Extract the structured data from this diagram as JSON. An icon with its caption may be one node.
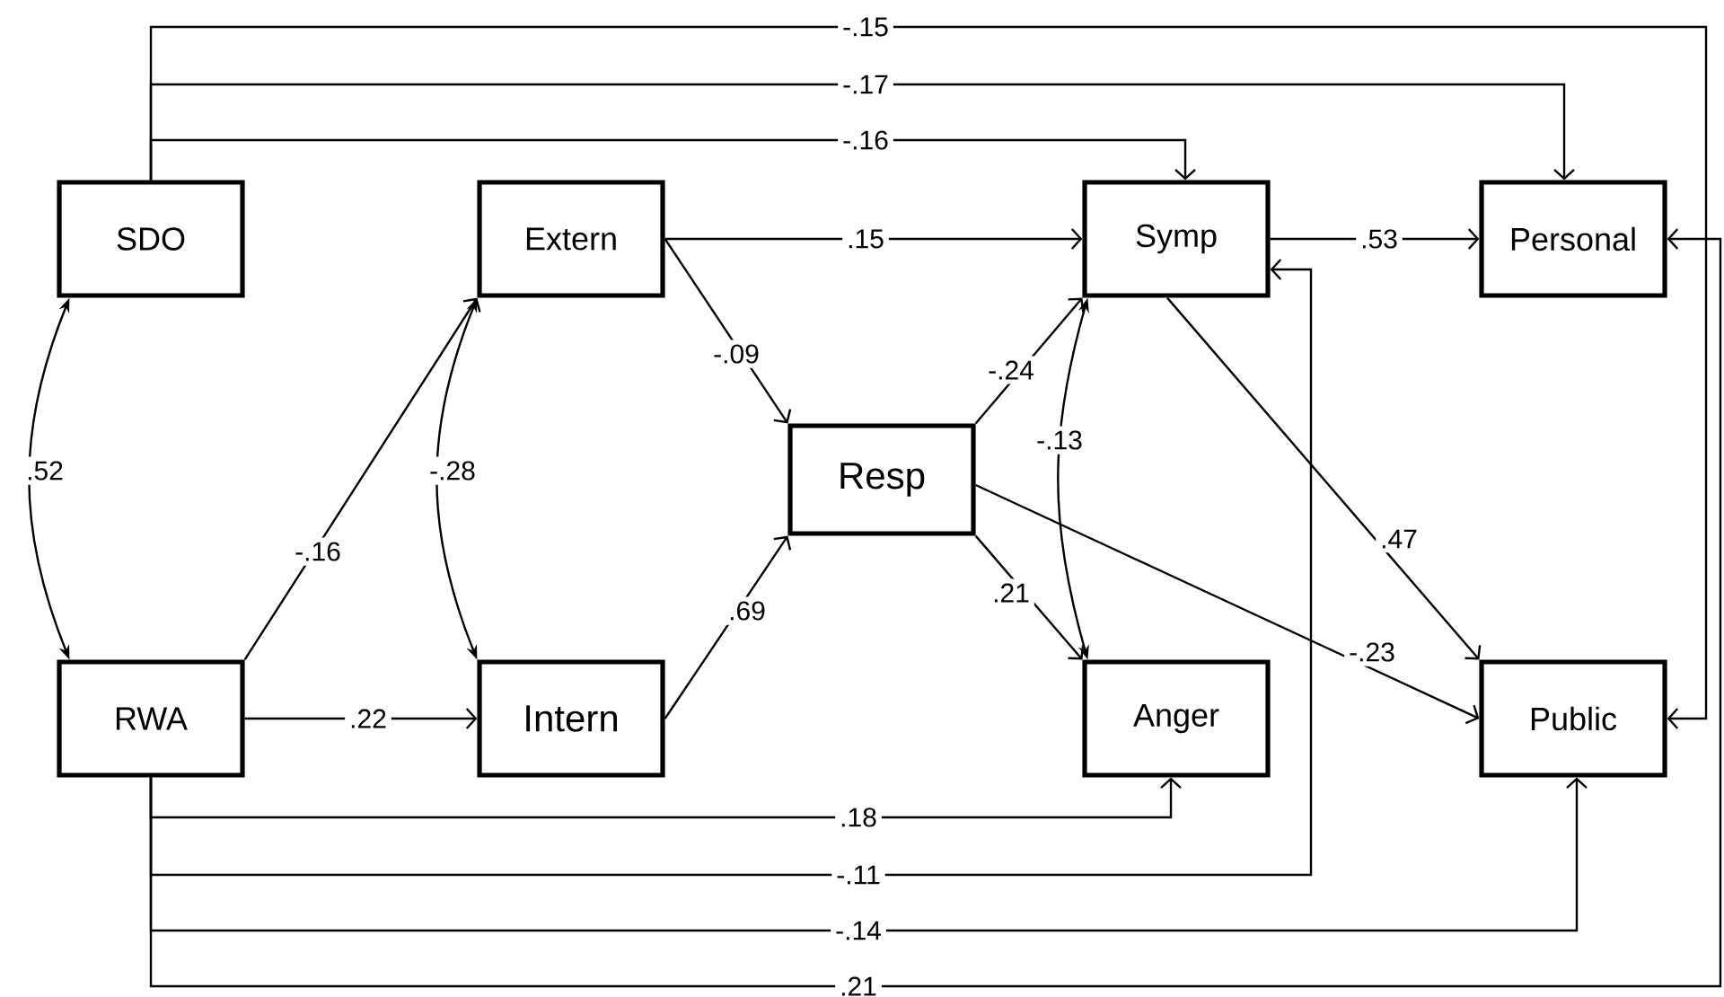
{
  "diagram": {
    "nodes": [
      {
        "text": [
          "SDO"
        ]
      },
      {
        "text": [
          "Extern"
        ]
      },
      {
        "text": [
          "Symp"
        ]
      },
      {
        "text": [
          "Personal"
        ]
      },
      {
        "text": [
          "Resp"
        ]
      },
      {
        "text": [
          "RWA"
        ]
      },
      {
        "text": [
          "Intern"
        ]
      },
      {
        "text": [
          "Anger"
        ]
      },
      {
        "text": [
          "Public"
        ]
      }
    ],
    "edges": [
      {
        "from": 0,
        "to": 8,
        "arrow": "to",
        "label": "-.15"
      },
      {
        "from": 0,
        "to": 3,
        "arrow": "to",
        "label": "-.17"
      },
      {
        "from": 0,
        "to": 2,
        "arrow": "to",
        "label": "-.16"
      },
      {
        "from": 0,
        "to": 5,
        "arrow": "both",
        "label": ".52"
      },
      {
        "from": 5,
        "to": 1,
        "arrow": "to",
        "label": "-.16"
      },
      {
        "from": 5,
        "to": 6,
        "arrow": "to",
        "label": ".22"
      },
      {
        "from": 1,
        "to": 6,
        "arrow": "both",
        "label": "-.28"
      },
      {
        "from": 1,
        "to": 2,
        "arrow": "to",
        "label": ".15"
      },
      {
        "from": 1,
        "to": 4,
        "arrow": "to",
        "label": "-.09"
      },
      {
        "from": 6,
        "to": 4,
        "arrow": "to",
        "label": ".69"
      },
      {
        "from": 4,
        "to": 2,
        "arrow": "to",
        "label": "-.24"
      },
      {
        "from": 4,
        "to": 7,
        "arrow": "to",
        "label": ".21"
      },
      {
        "from": 2,
        "to": 7,
        "arrow": "both",
        "label": "-.13"
      },
      {
        "from": 4,
        "to": 8,
        "arrow": "to",
        "label": "-.23"
      },
      {
        "from": 2,
        "to": 3,
        "arrow": "to",
        "label": ".53"
      },
      {
        "from": 2,
        "to": 8,
        "arrow": "to",
        "label": ".47"
      },
      {
        "from": 5,
        "to": 7,
        "arrow": "to",
        "label": ".18"
      },
      {
        "from": 5,
        "to": 2,
        "arrow": "to",
        "label": "-.11"
      },
      {
        "from": 5,
        "to": 8,
        "arrow": "to",
        "label": "-.14"
      },
      {
        "from": 5,
        "to": 3,
        "arrow": "to",
        "label": ".21"
      }
    ]
  }
}
